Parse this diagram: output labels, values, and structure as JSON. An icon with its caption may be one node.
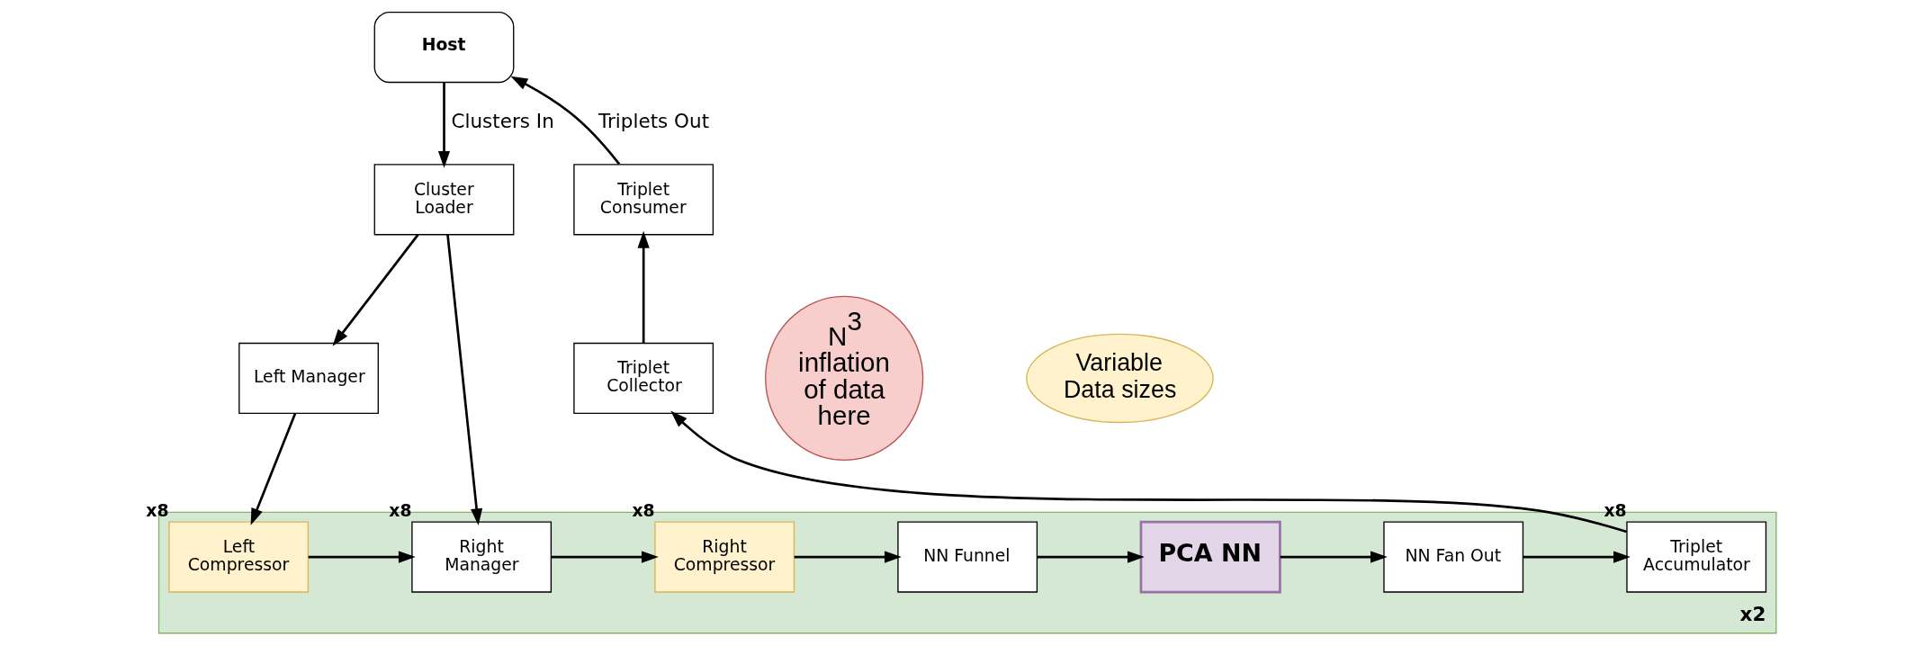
{
  "diagram": {
    "nodes": [
      {
        "text": [
          "Host"
        ]
      },
      {
        "text": [
          "Cluster Loader"
        ]
      },
      {
        "text": [
          "Left Manager"
        ]
      },
      {
        "text": [
          "N$^{3}$ inflation of data here"
        ]
      },
      {
        "text": [
          "Variable Data sizes"
        ]
      },
      {
        "text": [
          "Triplet Consumer"
        ]
      },
      {
        "text": [
          "Triplet Collector"
        ]
      },
      {
        "text": [],
        "shape": "band",
        "beside": [
          "x2"
        ]
      },
      {
        "text": [
          "Left Compressor"
        ],
        "in": 7,
        "beside": [
          "x8"
        ]
      },
      {
        "text": [
          "Right Manager"
        ],
        "in": 7,
        "beside": [
          "x8"
        ]
      },
      {
        "text": [
          "Right Compressor"
        ],
        "in": 7,
        "beside": [
          "x8"
        ]
      },
      {
        "text": [
          "NN Funnel"
        ],
        "in": 7
      },
      {
        "text": [
          "PCA NN"
        ],
        "in": 7
      },
      {
        "text": [
          "NN Fan Out"
        ],
        "in": 7
      },
      {
        "text": [
          "Triplet Accumulator"
        ],
        "in": 7,
        "beside": [
          "x8"
        ]
      }
    ],
    "edges": [
      {
        "from": 0,
        "to": 1,
        "arrow": "to",
        "label": "Clusters In"
      },
      {
        "from": 1,
        "to": 2,
        "arrow": "to"
      },
      {
        "from": 1,
        "to": 9,
        "arrow": "to"
      },
      {
        "from": 2,
        "to": 8,
        "arrow": "to"
      },
      {
        "from": 8,
        "to": 9,
        "arrow": "to"
      },
      {
        "from": 9,
        "to": 10,
        "arrow": "to"
      },
      {
        "from": 10,
        "to": 11,
        "arrow": "to"
      },
      {
        "from": 11,
        "to": 12,
        "arrow": "to"
      },
      {
        "from": 12,
        "to": 13,
        "arrow": "to"
      },
      {
        "from": 13,
        "to": 14,
        "arrow": "to"
      },
      {
        "from": 14,
        "to": 6,
        "arrow": "to"
      },
      {
        "from": 6,
        "to": 5,
        "arrow": "to"
      },
      {
        "from": 5,
        "to": 0,
        "arrow": "to",
        "label": "Triplets Out"
      }
    ]
  }
}
